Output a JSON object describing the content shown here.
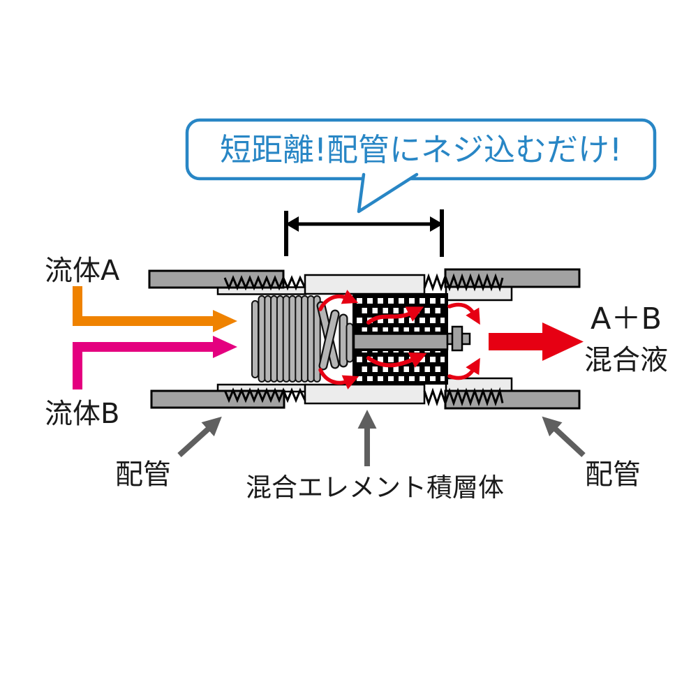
{
  "colors": {
    "blue": "#2886c5",
    "orange": "#ef8200",
    "magenta": "#e4007f",
    "red": "#e60013",
    "pipe_gray": "#a2a2a2",
    "housing_gray": "#ececec",
    "coil_gray": "#b5b5b5",
    "label_arrow_gray": "#5f5f5f",
    "text_black": "#1a1a1a"
  },
  "bubble": {
    "text": "短距離!配管にネジ込むだけ!"
  },
  "inlets": {
    "fluid_a_label": "流体A",
    "fluid_b_label": "流体B"
  },
  "outlet": {
    "line1": "A＋B",
    "line2": "混合液"
  },
  "annotations": {
    "pipe_left": "配管",
    "pipe_right": "配管",
    "mixing_element": "混合エレメント積層体"
  }
}
